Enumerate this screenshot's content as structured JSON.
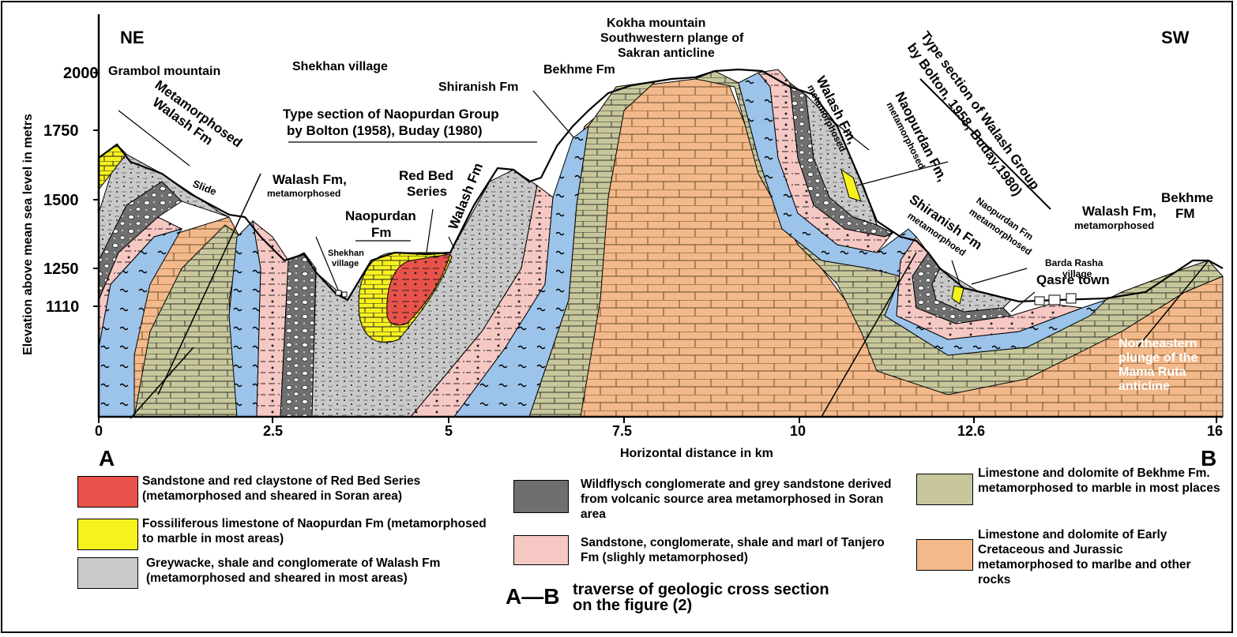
{
  "axes": {
    "y_label": "Elevation above mean sea level in metrs",
    "x_label": "Horizontal distance in km",
    "y_ticks": [
      "2000",
      "1750",
      "1500",
      "1250",
      "1110"
    ],
    "x_ticks": [
      "0",
      "2.5",
      "5",
      "7.5",
      "10",
      "12.6",
      "16"
    ]
  },
  "orientation": {
    "left": "NE",
    "right": "SW",
    "start": "A",
    "end": "B"
  },
  "labels": {
    "grambol": "Grambol mountain",
    "shekhan_village_top": "Shekhan village",
    "meta_walash_1": "Metamorphosed",
    "meta_walash_2": "Walash Fm",
    "slide": "Slide",
    "type_naopurdan_1": "Type section of Naopurdan Group",
    "type_naopurdan_2": "by Bolton (1958), Buday (1980)",
    "walash_fm_left": "Walash Fm,",
    "walash_fm_left_sub": "metamorphosed",
    "shekhan_small_1": "Shekhan",
    "shekhan_small_2": "village",
    "naopurdan_fm_1": "Naopurdan",
    "naopurdan_fm_2": "Fm",
    "red_bed_1": "Red Bed",
    "red_bed_2": "Series",
    "walash_fm_mid": "Walash Fm",
    "shiranish_fm": "Shiranish Fm",
    "bekhme_fm": "Bekhme Fm",
    "kokha_1": "Kokha mountain",
    "kokha_2": "Southwestern plange of",
    "kokha_3": "Sakran anticline",
    "walash_right_1": "Walash Fm,",
    "walash_right_2": "metamorphosed",
    "naop_right_1": "Naopurdan Fm,",
    "naop_right_2": "metamorphosed",
    "type_walash_1": "Type section of Walash Group",
    "type_walash_2": "by Bolton, 1958, Buday,1980)",
    "shiranish_right_1": "Shiranish Fm",
    "shiranish_right_2": "metamorphoed",
    "naop_small_1": "Naopurdan Fm",
    "naop_small_2": "metamorphosed",
    "walash_far_1": "Walash Fm,",
    "walash_far_2": "metamorphosed",
    "bekhme_far_1": "Bekhme",
    "bekhme_far_2": "FM",
    "barda_1": "Barda Rasha",
    "barda_2": "village",
    "qasre": "Qasre town",
    "mama_1": "Northeastern",
    "mama_2": "plunge of the",
    "mama_3": "Mama Ruta",
    "mama_4": "anticline"
  },
  "legend": [
    {
      "text": "Sandstone and red claystone of Red Bed Series (metamorphosed and sheared in Soran area)",
      "color": "#e8524a"
    },
    {
      "text": "Fossiliferous limestone of Naopurdan Fm (metamorphosed to marble in most areas)",
      "color": "#f7f21e"
    },
    {
      "text": "Greywacke, shale and conglomerate of Walash Fm (metamorphosed and sheared in most areas)",
      "color": "#c9c9c9"
    },
    {
      "text": "Wildflysch conglomerate and grey sandstone derived from volcanic source area metamorphosed in Soran area",
      "color": "#6f6f6f"
    },
    {
      "text": "Sandstone, conglomerate, shale and marl of Tanjero Fm (slighly metamorphosed)",
      "color": "#f6c8c4"
    },
    {
      "text": "Limestone and dolomite of Bekhme Fm. metamorphosed to marble in most places",
      "color": "#c7c79b"
    },
    {
      "text": "Limestone and dolomite of Early Cretaceous and Jurassic metamorphosed to marlbe and other rocks",
      "color": "#f3b98a"
    }
  ],
  "traverse": {
    "ab": "A—B",
    "text_1": "traverse of geologic cross section",
    "text_2": "on the figure (2)"
  },
  "colors": {
    "red_bed": "#e8524a",
    "naopurdan": "#f7f21e",
    "walash": "#c9c9c9",
    "wildflysch": "#6f6f6f",
    "tanjero": "#f6c8c4",
    "shiranish": "#9cc3ea",
    "bekhme": "#c7c79b",
    "cretaceous": "#f3b98a"
  }
}
